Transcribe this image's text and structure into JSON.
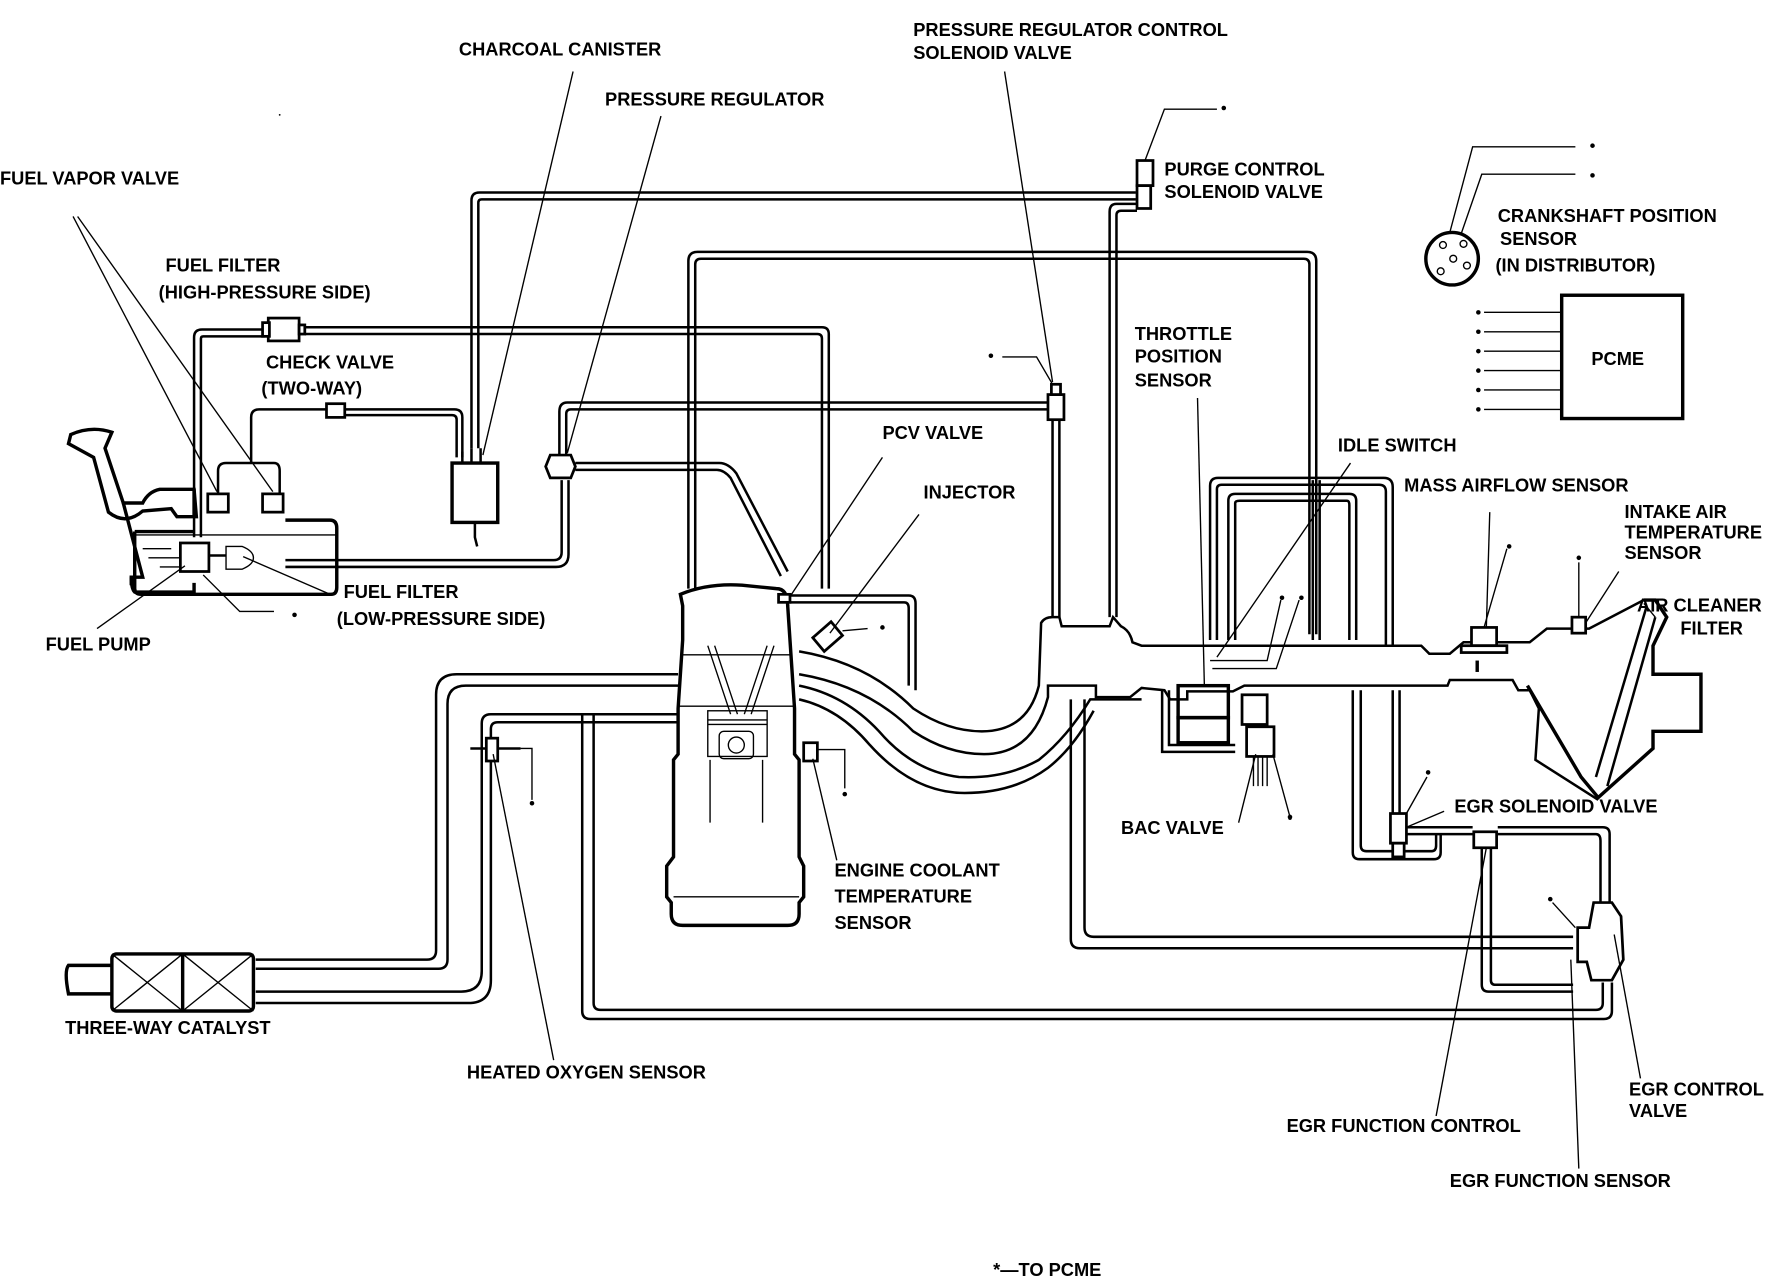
{
  "title": "Engine emission control system diagram",
  "labels": {
    "charcoal_canister": "CHARCOAL CANISTER",
    "pressure_regulator": "PRESSURE REGULATOR",
    "prc_solenoid_1": "PRESSURE REGULATOR CONTROL",
    "prc_solenoid_2": "SOLENOID VALVE",
    "purge_control_1": "PURGE CONTROL",
    "purge_control_2": "SOLENOID VALVE",
    "crankshaft_1": "CRANKSHAFT POSITION",
    "crankshaft_2": "SENSOR",
    "crankshaft_3": "(IN DISTRIBUTOR)",
    "pcme": "PCME",
    "fuel_vapor_valve": "FUEL VAPOR VALVE",
    "fuel_filter_hp_1": "FUEL FILTER",
    "fuel_filter_hp_2": "(HIGH-PRESSURE SIDE)",
    "check_valve_1": "CHECK VALVE",
    "check_valve_2": "(TWO-WAY)",
    "throttle_1": "THROTTLE",
    "throttle_2": "POSITION",
    "throttle_3": "SENSOR",
    "pcv_valve": "PCV VALVE",
    "injector": "INJECTOR",
    "idle_switch": "IDLE SWITCH",
    "maf_sensor": "MASS AIRFLOW SENSOR",
    "iat_1": "INTAKE AIR",
    "iat_2": "TEMPERATURE",
    "iat_3": "SENSOR",
    "air_cleaner_1": "AIR CLEANER",
    "air_cleaner_2": "FILTER",
    "fuel_filter_lp_1": "FUEL FILTER",
    "fuel_filter_lp_2": "(LOW-PRESSURE SIDE)",
    "fuel_pump": "FUEL PUMP",
    "bac_valve": "BAC VALVE",
    "egr_solenoid": "EGR SOLENOID VALVE",
    "ect_1": "ENGINE COOLANT",
    "ect_2": "TEMPERATURE",
    "ect_3": "SENSOR",
    "three_way_catalyst": "THREE-WAY CATALYST",
    "heated_o2": "HEATED OXYGEN SENSOR",
    "egr_function_control": "EGR FUNCTION CONTROL",
    "egr_control_valve_1": "EGR CONTROL",
    "egr_control_valve_2": "VALVE",
    "egr_function_sensor": "EGR FUNCTION SENSOR",
    "legend": "*—TO PCME"
  },
  "markers": {
    "to_pcme": "*"
  }
}
